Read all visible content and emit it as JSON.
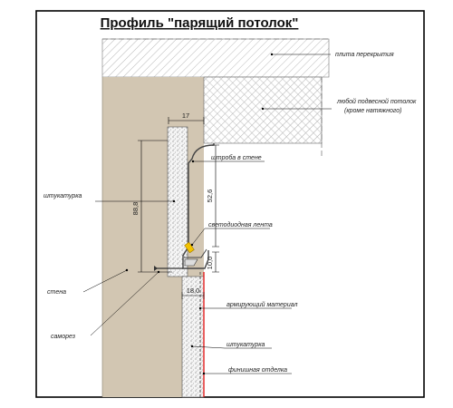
{
  "title": "Профиль \"парящий потолок\"",
  "labels": {
    "slab": "плита перекрытия",
    "ceiling_line1": "любой подвесной потолок",
    "ceiling_line2": "(кроме натяжного)",
    "chase": "штроба в стене",
    "plaster_top": "штукатурка",
    "led": "светодиодная лента",
    "wall": "стена",
    "screw": "саморез",
    "mesh": "армирующий материал",
    "plaster_bottom": "штукатурка",
    "finish": "финишная отделка"
  },
  "dimensions": {
    "width_top": "17",
    "height_total": "88,8",
    "height_upper": "52,6",
    "height_lower": "10,0",
    "width_bottom": "18,0"
  },
  "colors": {
    "wall": "#d2c6b2",
    "hatch": "#9a9a9a",
    "plaster": "#f4f4f4",
    "led": "#f2c200",
    "finish": "#e02020",
    "frame": "#000000"
  }
}
